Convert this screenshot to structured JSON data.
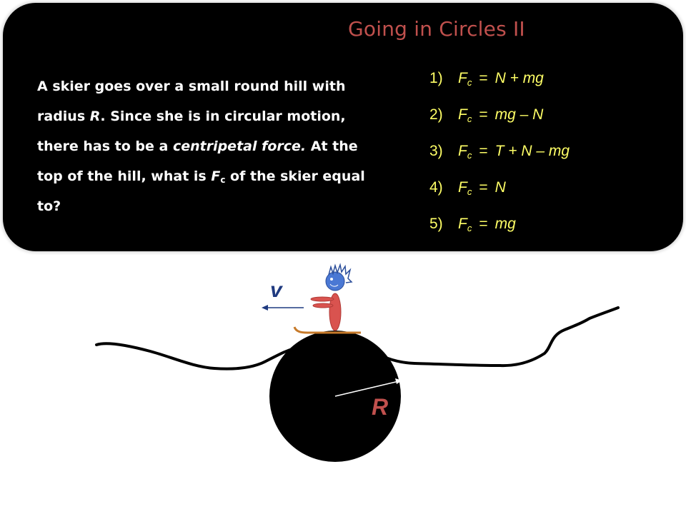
{
  "title": "Going in Circles II",
  "question": {
    "p1": "A skier goes over a small round hill with radius ",
    "r": "R",
    "p2": ".  Since she is in circular motion, there has to be a ",
    "centripetal": "centripetal force.",
    "p3": "   At the top of the hill, what is ",
    "F": "F",
    "c": "c",
    "p4": " of the skier equal to?"
  },
  "choices": [
    {
      "num": "1)",
      "F": "F",
      "sub": "c",
      "eq": "=",
      "expr": "N + mg"
    },
    {
      "num": "2)",
      "F": "F",
      "sub": "c",
      "eq": "=",
      "expr": "mg – N"
    },
    {
      "num": "3)",
      "F": "F",
      "sub": "c",
      "eq": "=",
      "expr": "T + N – mg"
    },
    {
      "num": "4)",
      "F": "F",
      "sub": "c",
      "eq": "=",
      "expr": "N"
    },
    {
      "num": "5)",
      "F": "F",
      "sub": "c",
      "eq": "=",
      "expr": "mg"
    }
  ],
  "diagram": {
    "velocity_label": "v",
    "radius_label": "R",
    "colors": {
      "title": "#c0504d",
      "choices": "#ffff66",
      "velocity": "#1f3a80",
      "radius": "#c0504d",
      "skier_body": "#d9534f",
      "skier_head": "#4a78d4",
      "ski": "#c77a2a"
    }
  }
}
